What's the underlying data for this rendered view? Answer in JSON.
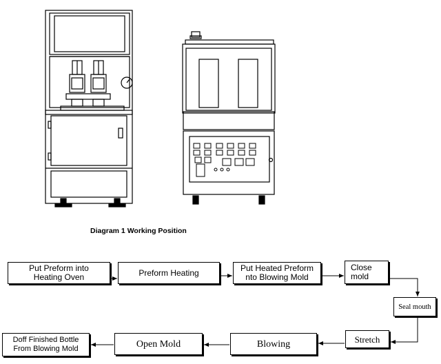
{
  "caption": "Diagram 1 Working Position",
  "steps": [
    {
      "label": "Put Preform into\nHeating Oven"
    },
    {
      "label": "Preform Heating"
    },
    {
      "label": "Put Heated Preform\nnto Blowing Mold"
    },
    {
      "label": "Close\nmold"
    },
    {
      "label": "Seal mouth"
    },
    {
      "label": "Stretch"
    },
    {
      "label": "Blowing"
    },
    {
      "label": "Open Mold"
    },
    {
      "label": "Doff Finished Bottle\nFrom Blowing Mold"
    }
  ]
}
